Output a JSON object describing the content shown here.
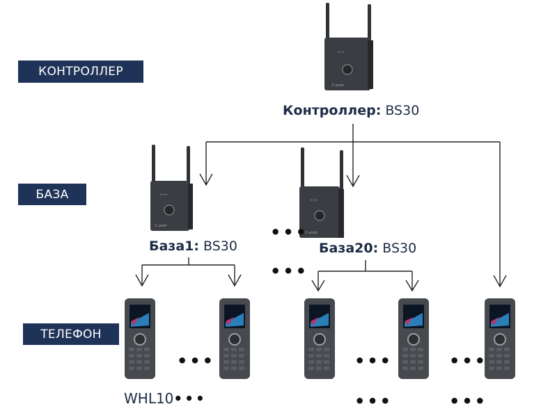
{
  "tiers": {
    "controller": "КОНТРОЛЛЕР",
    "base": "БАЗА",
    "phone": "ТЕЛЕФОН"
  },
  "nodes": {
    "controller": {
      "role": "Контроллер:",
      "model": "BS30"
    },
    "base1": {
      "role": "База1:",
      "model": "BS30"
    },
    "base20": {
      "role": "База20:",
      "model": "BS30"
    },
    "phone_label": "WHL10"
  },
  "ellipsis": "•••",
  "colors": {
    "tier_bg": "#1f3358",
    "text": "#1d2b45",
    "device": "#3a3d42"
  }
}
